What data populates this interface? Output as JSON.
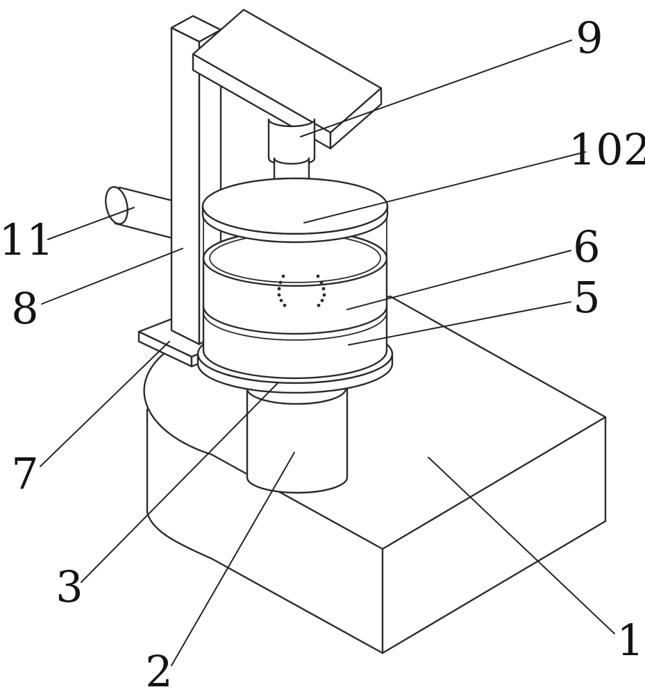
{
  "figure": {
    "background_color": "#ffffff",
    "line_color": "#2a2a2a",
    "labels": [
      {
        "text": "9"
      },
      {
        "text": "102"
      },
      {
        "text": "6"
      },
      {
        "text": "5"
      },
      {
        "text": "11"
      },
      {
        "text": "8"
      },
      {
        "text": "7"
      },
      {
        "text": "3"
      },
      {
        "text": "2"
      },
      {
        "text": "1"
      }
    ]
  }
}
